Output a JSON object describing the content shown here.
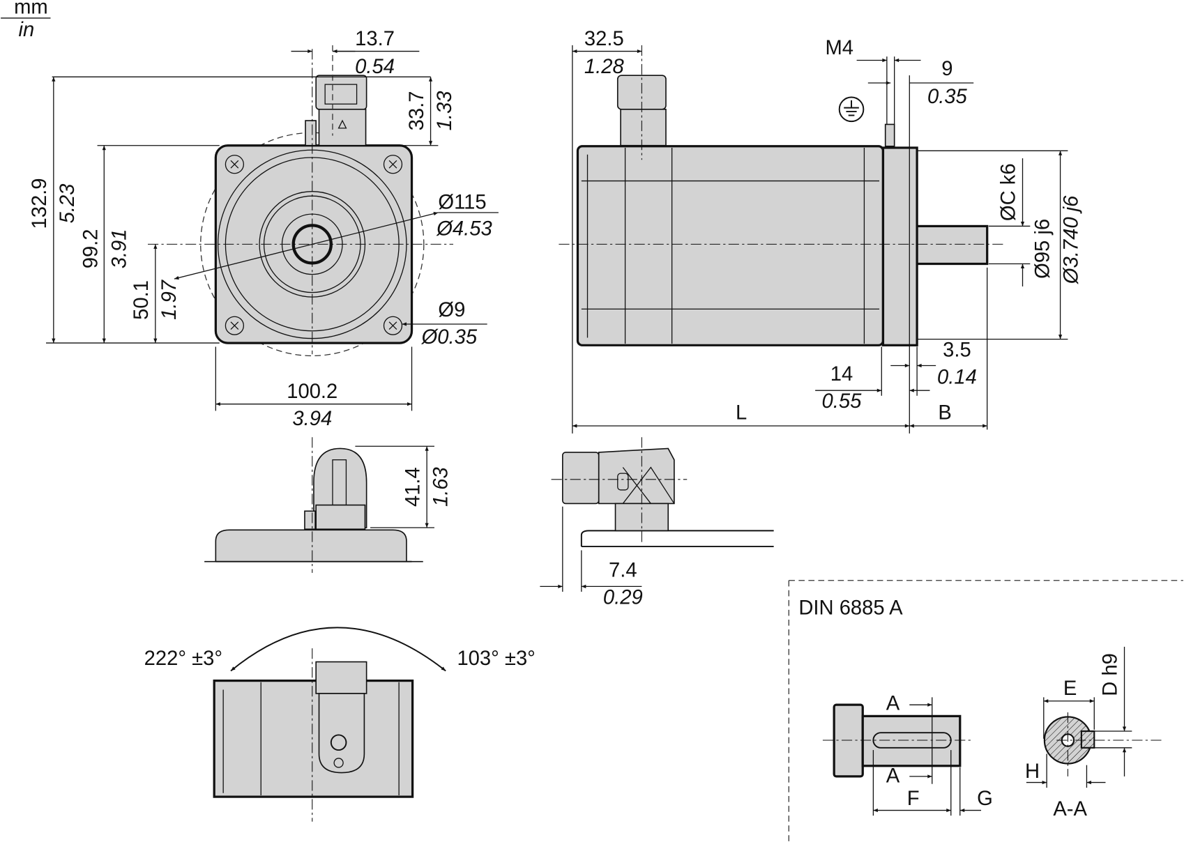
{
  "units": {
    "primary": "mm",
    "secondary": "in"
  },
  "front_view": {
    "connector_offset": {
      "mm": "13.7",
      "in": "0.54"
    },
    "connector_height": {
      "mm": "33.7",
      "in": "1.33"
    },
    "total_height": {
      "mm": "132.9",
      "in": "5.23"
    },
    "flange_height": {
      "mm": "99.2",
      "in": "3.91"
    },
    "center_height": {
      "mm": "50.1",
      "in": "1.97"
    },
    "pitch_diameter": {
      "mm": "Ø115",
      "in": "Ø4.53"
    },
    "hole_diameter": {
      "mm": "Ø9",
      "in": "Ø0.35"
    },
    "flange_width": {
      "mm": "100.2",
      "in": "3.94"
    }
  },
  "side_view": {
    "connector_offset": {
      "mm": "32.5",
      "in": "1.28"
    },
    "ground_screw": "M4",
    "ground_offset": {
      "mm": "9",
      "in": "0.35"
    },
    "shaft_diameter": "ØC k6",
    "centering_diameter": {
      "mm": "Ø95 j6",
      "in": "Ø3.740 j6"
    },
    "collar": {
      "mm": "3.5",
      "in": "0.14"
    },
    "flange_thickness": {
      "mm": "14",
      "in": "0.55"
    },
    "length": "L",
    "shaft_length": "B"
  },
  "connector_views": {
    "rotated_height": {
      "mm": "41.4",
      "in": "1.63"
    },
    "rear_offset": {
      "mm": "7.4",
      "in": "0.29"
    }
  },
  "rotation": {
    "left": "222° ±3°",
    "right": "103° ±3°"
  },
  "key_detail": {
    "title": "DIN 6885 A",
    "section_marker": "A",
    "labels": {
      "F": "F",
      "G": "G",
      "E": "E",
      "D": "D h9",
      "H": "H",
      "section": "A-A"
    }
  }
}
